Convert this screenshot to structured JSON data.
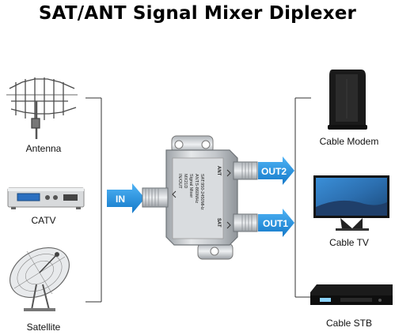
{
  "title": "SAT/ANT Signal Mixer Diplexer",
  "inputs": [
    {
      "label": "Antenna",
      "icon": "antenna-icon"
    },
    {
      "label": "CATV",
      "icon": "catv-receiver-icon"
    },
    {
      "label": "Satellite",
      "icon": "satellite-dish-icon"
    }
  ],
  "outputs": [
    {
      "label": "Cable Modem",
      "icon": "cable-modem-icon"
    },
    {
      "label": "Cable TV",
      "icon": "tv-icon"
    },
    {
      "label": "Cable STB",
      "icon": "set-top-box-icon"
    }
  ],
  "arrows": {
    "in": "IN",
    "out1": "OUT1",
    "out2": "OUT2"
  },
  "device": {
    "lines": [
      "IN/OUT",
      "MX21D",
      "Signal Mixer",
      "ANT:5-860MHz",
      "SAT:950-2450MHz"
    ],
    "port_ant": "ANT",
    "port_sat": "SAT"
  },
  "colors": {
    "arrow": "#1e90e0",
    "bracket": "#333333",
    "device": "#c9ccd0"
  }
}
